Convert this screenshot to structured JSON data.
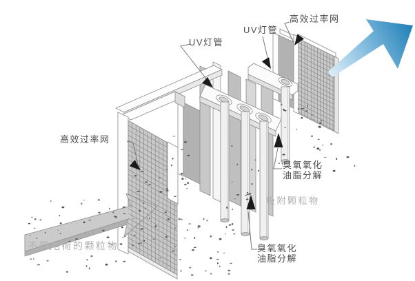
{
  "diagram": {
    "labels": {
      "uv_lamp_top": "UV灯管",
      "uv_lamp_right": "UV灯管",
      "filter_mesh_top_right": "高效过率网",
      "filter_mesh_left": "高效过率网",
      "ozone_right": {
        "line1": "臭氧氧化",
        "line2": "油脂分解"
      },
      "adsorbed_particles": "吸附颗粒物",
      "ozone_bottom": {
        "line1": "臭氧氧化",
        "line2": "油脂分解"
      },
      "uncharged_particles": "不带电荷的颗粒物"
    },
    "colors": {
      "label_text": "#4d4d4d",
      "muted_label": "#b0b0b0",
      "outline": "#8a8a8a",
      "mesh_fill": "#c9c9c9",
      "plate_gray": "#c2c2c2",
      "side_gray": "#b2b2b2",
      "panel_white": "#fdfdfd",
      "entry_arrow": "#cbcbcb",
      "annotation_black": "#1a1a1a",
      "blue_light": "#ddeef8",
      "blue_mid": "#7db8dc",
      "blue_dark": "#2080b8",
      "particle": "#4a4a4a"
    }
  }
}
